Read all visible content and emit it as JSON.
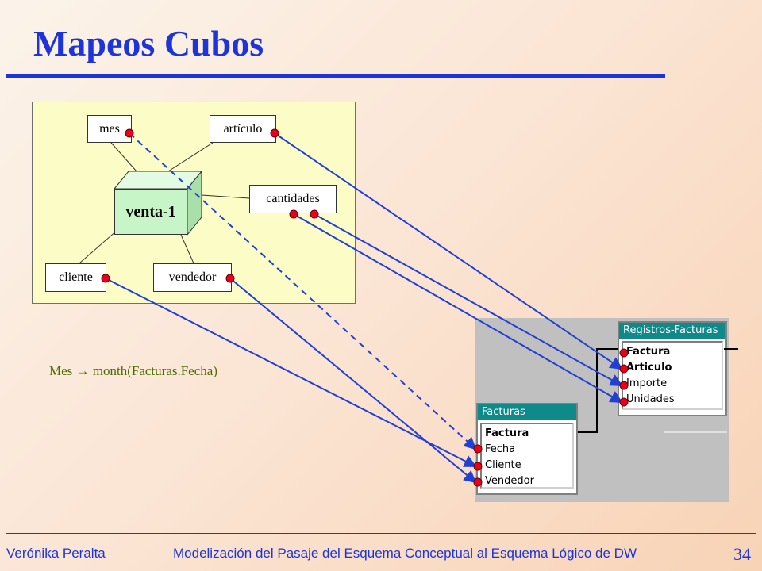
{
  "slide": {
    "title": "Mapeos Cubos",
    "page_number": "34"
  },
  "conceptual": {
    "cube_label": "venta-1",
    "dimensions": {
      "mes": "mes",
      "articulo": "artículo",
      "cantidades": "cantidades",
      "cliente": "cliente",
      "vendedor": "vendedor"
    }
  },
  "formula": {
    "text": "Mes → month(Facturas.Fecha)"
  },
  "tables": {
    "registros": {
      "name": "Registros-Facturas",
      "fields": [
        "Factura",
        "Articulo",
        "Importe",
        "Unidades"
      ]
    },
    "facturas": {
      "name": "Facturas",
      "fields": [
        "Factura",
        "Fecha",
        "Cliente",
        "Vendedor"
      ]
    }
  },
  "footer": {
    "author": "Verónika Peralta",
    "course": "Modelización del Pasaje del Esquema Conceptual al Esquema Lógico de DW"
  },
  "colors": {
    "title_blue": "#1d35d8",
    "mapping_line": "#1f3fd6",
    "endpoint_red": "#e8001c",
    "formula_green": "#4d6b00",
    "panel_yellow": "#fcfcc6",
    "cube_green": "#c8f5c8",
    "table_header_teal": "#0f8a8a"
  }
}
